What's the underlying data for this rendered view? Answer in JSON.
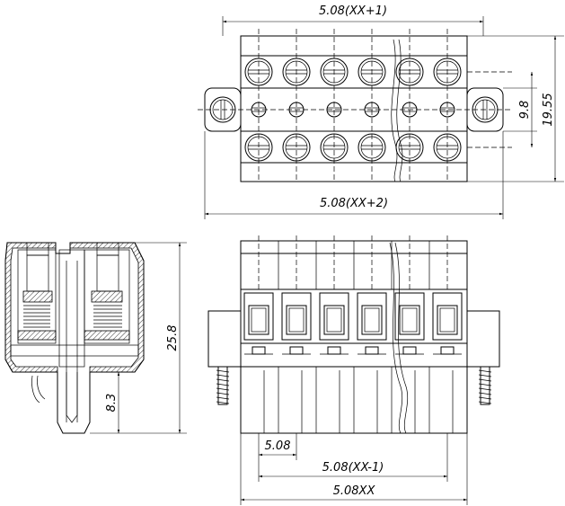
{
  "dimensions": {
    "top_width_pitch_plus1": "5.08(XX+1)",
    "top_width_pitch_plus2": "5.08(XX+2)",
    "hole_spacing": "9.8",
    "overall_height": "19.55",
    "side_height": "25.8",
    "pin_length": "8.3",
    "pitch": "5.08",
    "pitch_minus1": "5.08(XX-1)",
    "pitch_total": "5.08XX"
  },
  "pin_count_drawn": 6
}
